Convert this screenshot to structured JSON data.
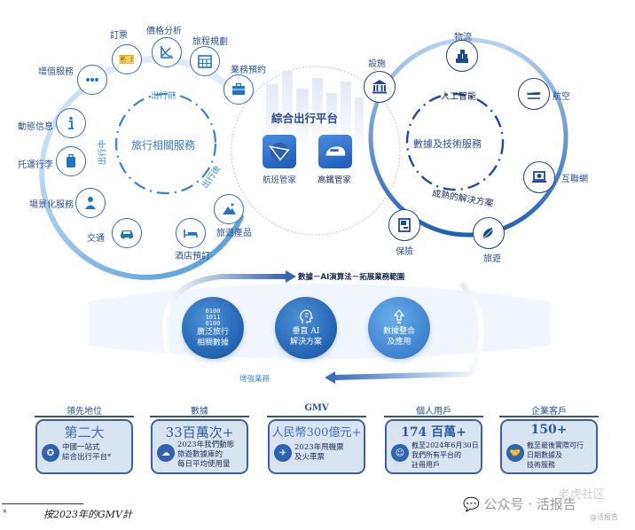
{
  "left_cycle": {
    "center_title": "旅行相關服務",
    "stages": {
      "before": "出行前",
      "during": "出行中",
      "after": "出行後"
    },
    "nodes": [
      {
        "label": "訂票",
        "icon": "ticket-icon"
      },
      {
        "label": "價格分析",
        "icon": "price-chart-icon"
      },
      {
        "label": "旅程規劃",
        "icon": "calendar-icon"
      },
      {
        "label": "業務預約",
        "icon": "briefcase-icon"
      },
      {
        "label": "增值服務",
        "icon": "more-dots-icon"
      },
      {
        "label": "動態信息",
        "icon": "info-icon"
      },
      {
        "label": "托運行李",
        "icon": "luggage-icon"
      },
      {
        "label": "場景化服務",
        "icon": "service-person-icon"
      },
      {
        "label": "交通",
        "icon": "taxi-icon"
      },
      {
        "label": "酒店預訂",
        "icon": "bed-icon"
      },
      {
        "label": "旅遊產品",
        "icon": "mountain-icon"
      }
    ]
  },
  "platform": {
    "title": "綜合出行平台",
    "apps": [
      {
        "label": "航班管家",
        "icon": "plane-app-icon"
      },
      {
        "label": "高鐵管家",
        "icon": "train-app-icon"
      }
    ]
  },
  "right_cycle": {
    "center_title": "數據及技術服務",
    "top_arc": "人工智能",
    "bottom_arc": "成熟的解決方案",
    "nodes": [
      {
        "label": "設施",
        "icon": "institution-icon"
      },
      {
        "label": "物流",
        "icon": "boxes-icon"
      },
      {
        "label": "航空",
        "icon": "airplane-icon"
      },
      {
        "label": "互聯網",
        "icon": "laptop-icon"
      },
      {
        "label": "旅遊",
        "icon": "travel-leaf-icon"
      },
      {
        "label": "保險",
        "icon": "document-icon"
      }
    ]
  },
  "flywheel": {
    "top_arrow": "數據－AI演算法－拓展業務範圍",
    "bottom_arrow": "增強業務",
    "balls": [
      {
        "line1": "廣泛旅行",
        "line2": "相關數據",
        "icon": "binary-data-icon"
      },
      {
        "line1": "垂直 AI",
        "line2": "解決方案",
        "icon": "ai-head-icon"
      },
      {
        "line1": "數據整合",
        "line2": "及應用",
        "icon": "upload-arrow-icon"
      }
    ]
  },
  "cards": [
    {
      "heading": "領先地位",
      "big": "第二大",
      "lines": [
        "中國一站式",
        "綜合出行平台*"
      ],
      "icon": "award-icon"
    },
    {
      "heading": "數據",
      "big": "33百萬次+",
      "lines": [
        "2023年我們動態",
        "旅遊數據庫的",
        "每日平均使用量"
      ],
      "icon": "database-icon"
    },
    {
      "heading": "GMV",
      "big": "人民幣300億元+",
      "lines": [
        "2023年飛機票",
        "及火車票"
      ],
      "icon": "plane-icon"
    },
    {
      "heading": "個人用戶",
      "big": "174 百萬+",
      "lines": [
        "截至2024年6月30日",
        "我們所有平台的",
        "註冊用戶"
      ],
      "icon": "users-icon"
    },
    {
      "heading": "企業客戶",
      "big": "150+",
      "lines": [
        "截至最後實際可行",
        "日期數據及",
        "技術服務"
      ],
      "icon": "handshake-icon"
    }
  ],
  "footnote": {
    "mark": "*",
    "text": "按2023年的GMV計"
  },
  "watermark": {
    "main": "公众号 · 活报告",
    "sub": "@活报告",
    "faint": "老虎社区"
  }
}
